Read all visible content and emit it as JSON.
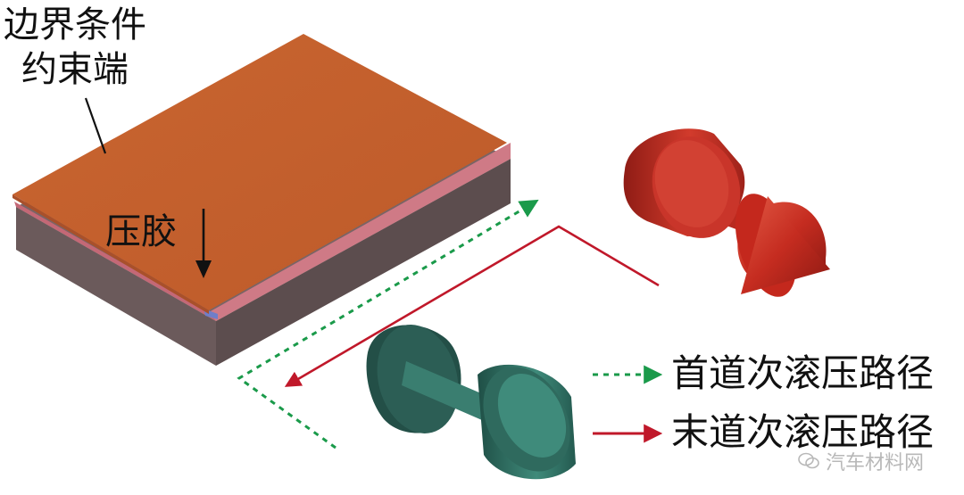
{
  "labels": {
    "boundary_line1": "边界条件",
    "boundary_line2": "约束端",
    "glue": "压胶"
  },
  "legend": [
    {
      "text": "首道次滚压路径",
      "color": "#1a9a4a",
      "style": "dashed"
    },
    {
      "text": "末道次滚压路径",
      "color": "#c0182a",
      "style": "solid"
    }
  ],
  "watermark": {
    "text": "汽车材料网",
    "icon": "wechat-icon"
  },
  "colors": {
    "top_plate": "#c65f2f",
    "bottom_block": "#6f5d5e",
    "glue_layer": "#c86a78",
    "red_roller": "#c02a1f",
    "teal_roller": "#2d6a5e",
    "green_path": "#1a9a4a",
    "red_path": "#c0182a"
  }
}
